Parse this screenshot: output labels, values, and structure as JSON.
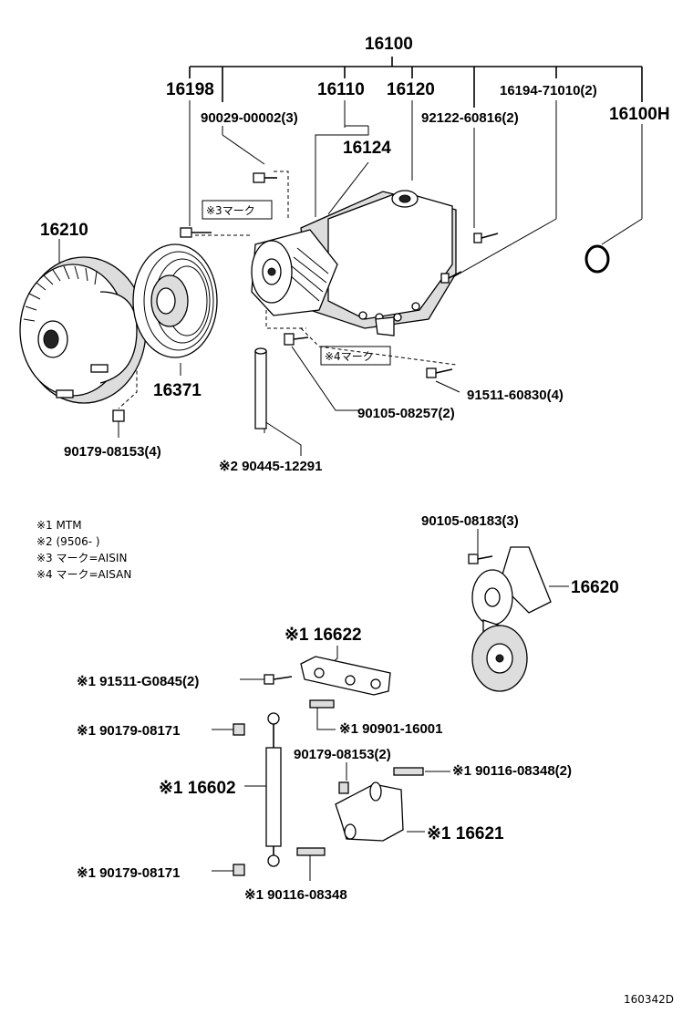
{
  "labels": {
    "assy": "16100",
    "gasket": "16198",
    "pump_body": "16110",
    "pump_cover": "16120",
    "stud_bolt": "16194-71010(2)",
    "bolt_a": "90029-00002(3)",
    "part_16124": "16124",
    "bolt_b": "92122-60816(2)",
    "oring": "16100H",
    "fan_coupling": "16210",
    "mark3_box": "※3マーク",
    "mark4_box": "※4マーク",
    "pulley": "16371",
    "bolt_c": "91511-60830(4)",
    "bolt_d": "90105-08257(2)",
    "nut_a": "90179-08153(4)",
    "pipe": "※2 90445-12291",
    "bolt_e": "90105-08183(3)",
    "tensioner": "16620",
    "bracket_16622": "※1 16622",
    "bolt_f": "※1 91511-G0845(2)",
    "nut_b_top": "※1 90179-08171",
    "stud_90901": "※1 90901-16001",
    "nut_c": "90179-08153(2)",
    "stud_e_2": "※1 90116-08348(2)",
    "damper": "※1 16602",
    "bracket_16621": "※1 16621",
    "nut_b_bottom": "※1 90179-08171",
    "stud_e": "※1 90116-08348",
    "diagram_id": "160342D"
  },
  "notes": [
    "※1 MTM",
    "※2 (9506-    )",
    "※3 マーク=AISIN",
    "※4 マーク=AISAN"
  ]
}
